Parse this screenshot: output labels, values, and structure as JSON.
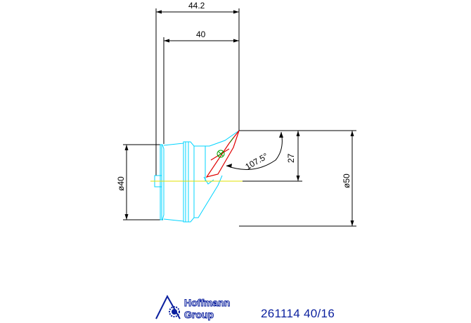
{
  "dimensions": {
    "overall_length": "44.2",
    "length": "40",
    "height": "27",
    "angle": "107.5°",
    "shank_diameter": "ø40",
    "body_diameter": "ø50"
  },
  "brand": {
    "line1": "Hoffmann",
    "line2": "Group",
    "color": "#0a1f9e"
  },
  "part_number": "261114 40/16",
  "colors": {
    "body_outline": "#00d4ff",
    "insert_outline": "#e00000",
    "centerline": "#e0e000",
    "green_line": "#00a000",
    "dimension_line": "#000000"
  }
}
